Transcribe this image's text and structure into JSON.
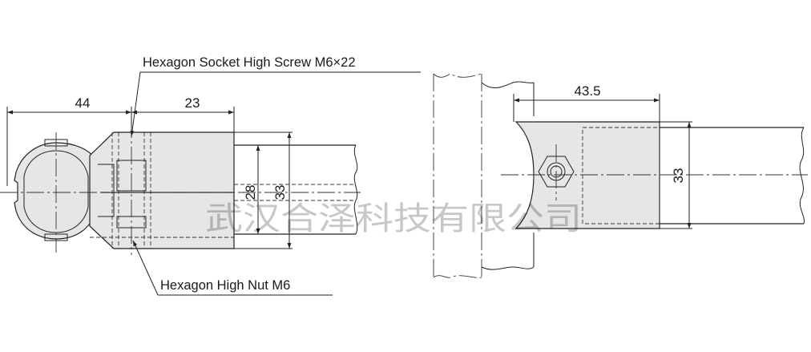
{
  "callouts": {
    "screw": "Hexagon Socket High Screw  M6×22",
    "nut": "Hexagon High Nut  M6"
  },
  "dimensions": {
    "left_width": "44",
    "screw_offset": "23",
    "inner_height": "28",
    "outer_height": "33",
    "right_width": "43.5",
    "right_height": "33"
  },
  "watermark": "武汉合泽科技有限公司",
  "colors": {
    "part_fill": "#e6e6e6",
    "line": "#222222"
  }
}
